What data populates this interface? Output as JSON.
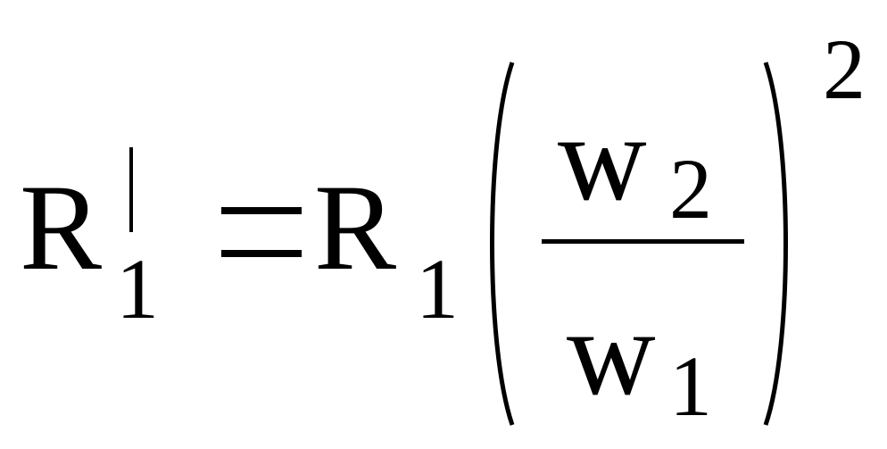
{
  "formula": {
    "lhs": {
      "symbol": "R",
      "subscript": "1"
    },
    "equals": "=",
    "rhs": {
      "symbol": "R",
      "subscript": "1",
      "fraction": {
        "numerator": {
          "symbol": "w",
          "subscript": "2"
        },
        "denominator": {
          "symbol": "w",
          "subscript": "1"
        }
      },
      "exponent": "2"
    }
  }
}
